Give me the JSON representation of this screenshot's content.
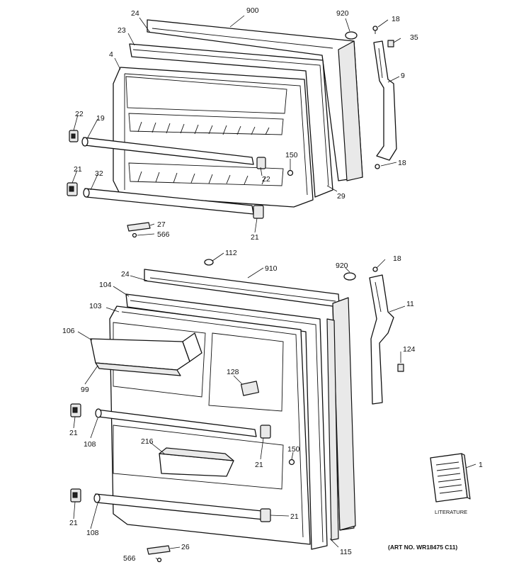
{
  "labels": {
    "l900": "900",
    "l920a": "920",
    "l18a": "18",
    "l24a": "24",
    "l35": "35",
    "l23": "23",
    "l9": "9",
    "l4": "4",
    "l22a": "22",
    "l19": "19",
    "l150a": "150",
    "l22b": "22",
    "l18b": "18",
    "l21a": "21",
    "l32": "32",
    "l29": "29",
    "l27": "27",
    "l566a": "566",
    "l21b": "21",
    "l112": "112",
    "l910": "910",
    "l920b": "920",
    "l18c": "18",
    "l24b": "24",
    "l104": "104",
    "l103": "103",
    "l11": "11",
    "l106": "106",
    "l124": "124",
    "l128": "128",
    "l99": "99",
    "l21c": "21",
    "l108a": "108",
    "l216": "216",
    "l150b": "150",
    "l21d": "21",
    "l1": "1",
    "l21e": "21",
    "l21f": "21",
    "l108b": "108",
    "l26": "26",
    "l566b": "566",
    "l115": "115"
  },
  "literature_label": "LITERATURE",
  "art_number": "(ART NO. WR18475 C11)"
}
